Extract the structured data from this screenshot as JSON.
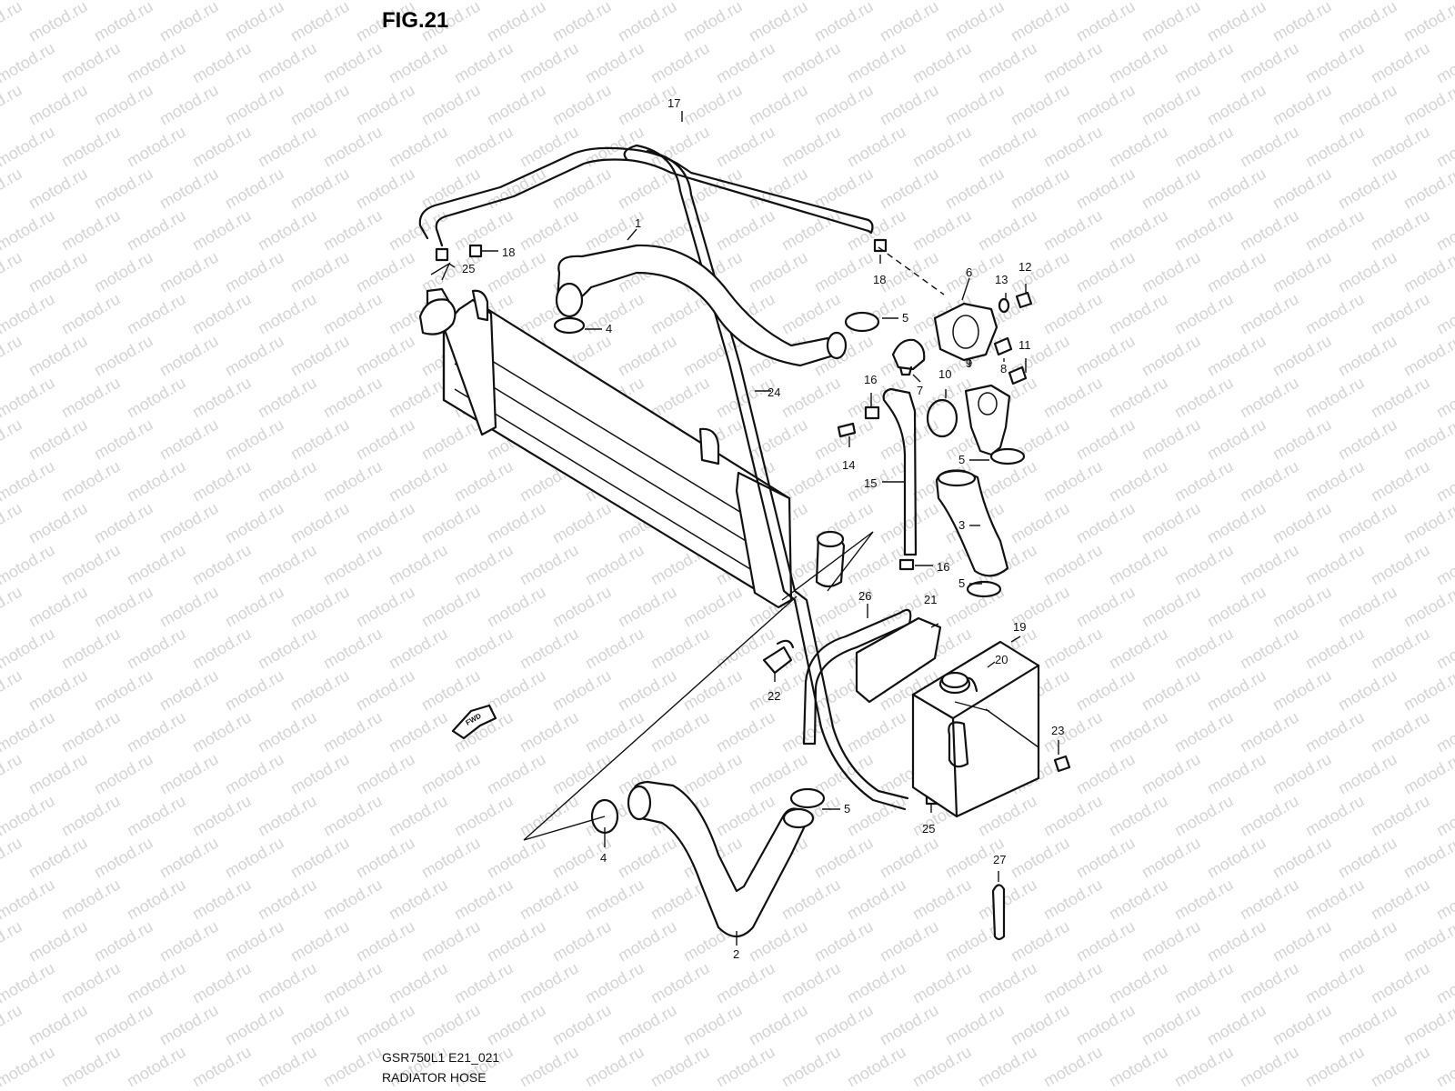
{
  "figure": {
    "title": "FIG.21",
    "model_code": "GSR750L1 E21_021",
    "caption": "RADIATOR HOSE"
  },
  "watermark": {
    "text": "motod.ru",
    "color": "#d4d4d4"
  },
  "direction_marker": {
    "text": "FWD",
    "icon": "fwd-arrow-icon"
  },
  "callouts": [
    {
      "id": "c1",
      "label": "1"
    },
    {
      "id": "c2",
      "label": "2"
    },
    {
      "id": "c3",
      "label": "3"
    },
    {
      "id": "c4a",
      "label": "4"
    },
    {
      "id": "c4b",
      "label": "4"
    },
    {
      "id": "c5a",
      "label": "5"
    },
    {
      "id": "c5b",
      "label": "5"
    },
    {
      "id": "c5c",
      "label": "5"
    },
    {
      "id": "c5d",
      "label": "5"
    },
    {
      "id": "c6",
      "label": "6"
    },
    {
      "id": "c7",
      "label": "7"
    },
    {
      "id": "c8",
      "label": "8"
    },
    {
      "id": "c9",
      "label": "9"
    },
    {
      "id": "c10",
      "label": "10"
    },
    {
      "id": "c11",
      "label": "11"
    },
    {
      "id": "c12",
      "label": "12"
    },
    {
      "id": "c13",
      "label": "13"
    },
    {
      "id": "c14",
      "label": "14"
    },
    {
      "id": "c15",
      "label": "15"
    },
    {
      "id": "c16a",
      "label": "16"
    },
    {
      "id": "c16b",
      "label": "16"
    },
    {
      "id": "c17",
      "label": "17"
    },
    {
      "id": "c18a",
      "label": "18"
    },
    {
      "id": "c18b",
      "label": "18"
    },
    {
      "id": "c19",
      "label": "19"
    },
    {
      "id": "c20",
      "label": "20"
    },
    {
      "id": "c21",
      "label": "21"
    },
    {
      "id": "c22",
      "label": "22"
    },
    {
      "id": "c23",
      "label": "23"
    },
    {
      "id": "c24",
      "label": "24"
    },
    {
      "id": "c25a",
      "label": "25"
    },
    {
      "id": "c25b",
      "label": "25"
    },
    {
      "id": "c26",
      "label": "26"
    },
    {
      "id": "c27",
      "label": "27"
    }
  ]
}
